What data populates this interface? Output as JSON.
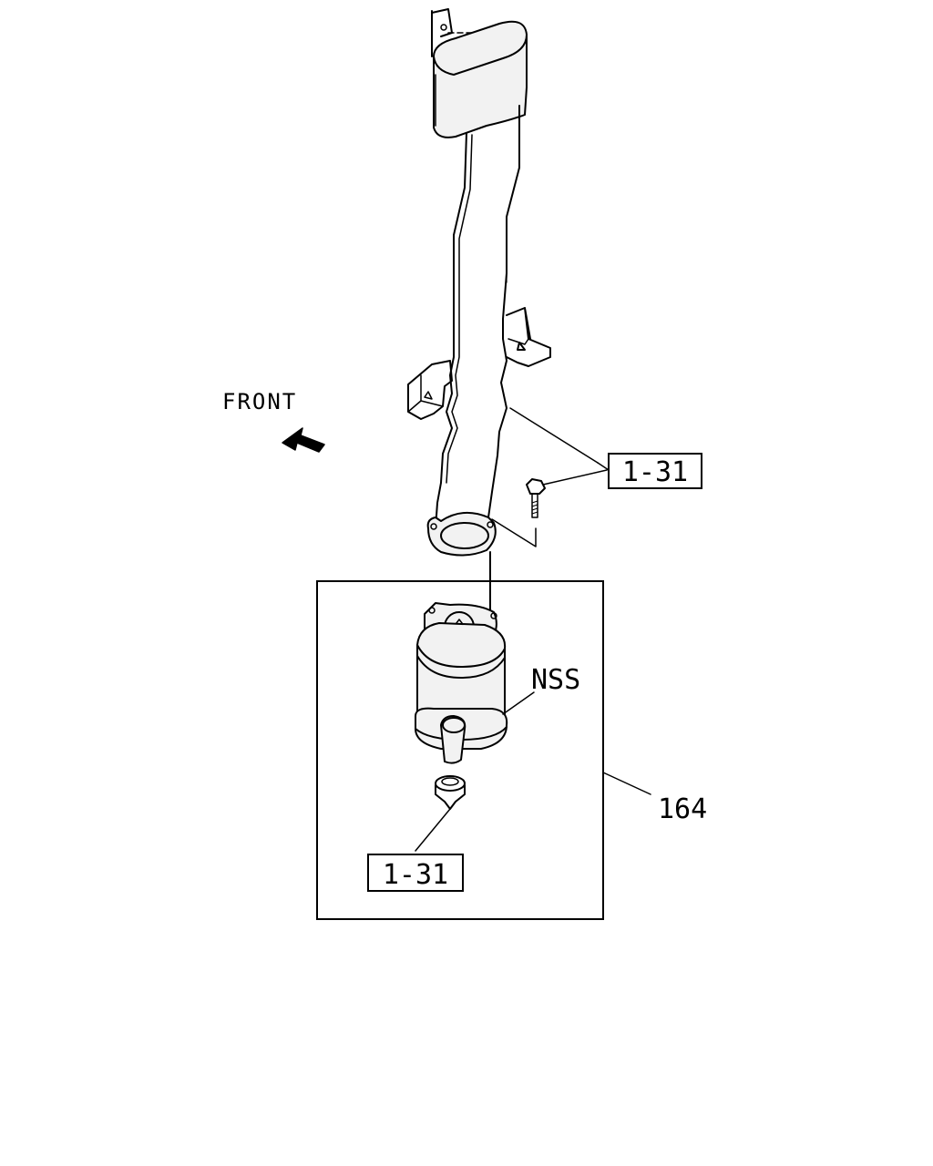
{
  "diagram": {
    "front_label": "FRONT",
    "callouts": {
      "upper_ref": "1-31",
      "lower_ref": "1-31",
      "nss": "NSS",
      "assembly_number": "164"
    },
    "icons": [
      "front-arrow-icon",
      "exhaust-pipe-part",
      "bracket-part",
      "bolt-part",
      "catalytic-converter-part",
      "plug-part"
    ]
  }
}
